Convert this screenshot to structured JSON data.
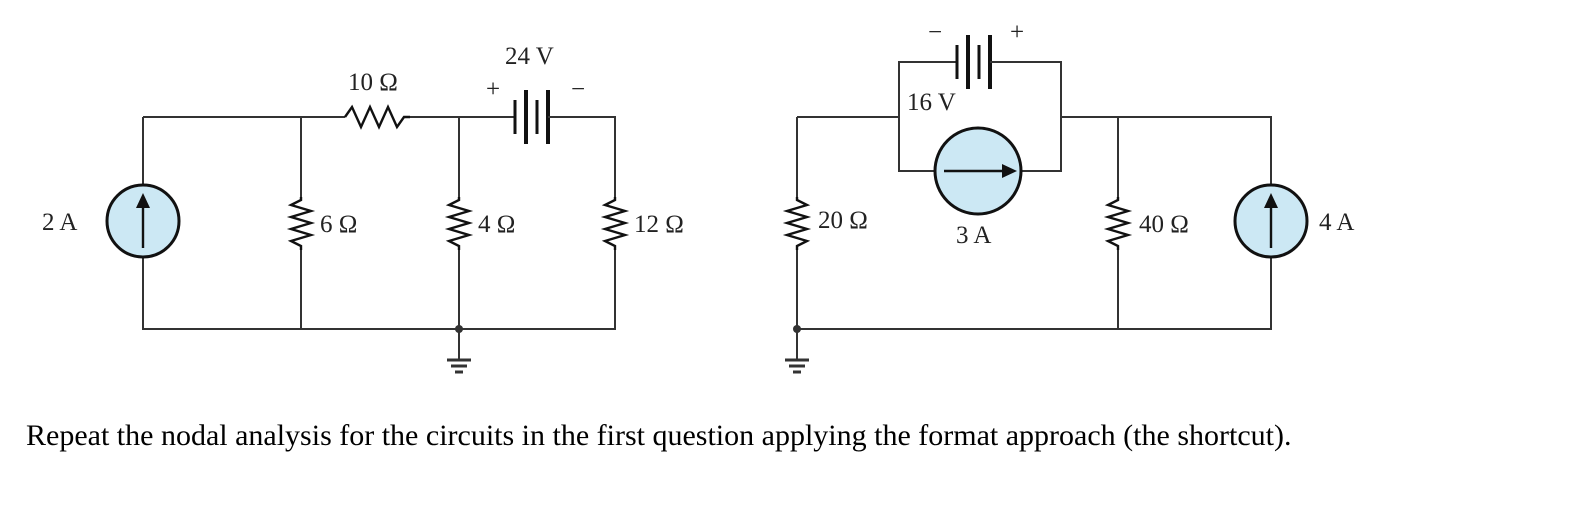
{
  "circuit_a": {
    "source_left": "2 A",
    "r_top": "10 Ω",
    "battery": "24 V",
    "battery_plus": "+",
    "battery_minus": "−",
    "r1": "6 Ω",
    "r2": "4 Ω",
    "r3": "12 Ω"
  },
  "circuit_b": {
    "r_left": "20 Ω",
    "battery": "16 V",
    "battery_minus": "−",
    "battery_plus": "+",
    "source_mid": "3 A",
    "r_right": "40 Ω",
    "source_right": "4 A"
  },
  "question": "Repeat the nodal analysis for the circuits in the first question applying the format approach (the shortcut).",
  "colors": {
    "source_fill": "#cce8f4",
    "wire": "#333333"
  }
}
